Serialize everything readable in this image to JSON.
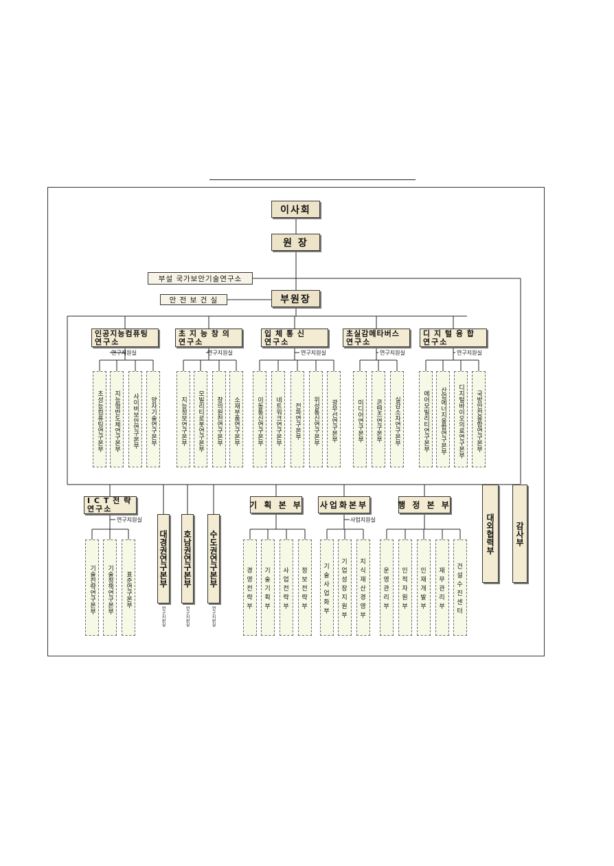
{
  "top": {
    "board": "이사회",
    "president": "원 장",
    "vice_president": "부원장",
    "nsr": "부설 국가보안기술연구소",
    "safety": "안 전 보 건 실"
  },
  "support_label": "연구지원실",
  "biz_support_label": "사업지원실",
  "institutes": [
    {
      "l1": "인공지능컴퓨팅",
      "l2": "연구소",
      "units": [
        "초성능컴퓨팅연구본부",
        "지능형반도체연구본부",
        "사이버보안연구본부",
        "양자기술연구본부"
      ]
    },
    {
      "l1": "초 지 능 창 의",
      "l2": "연구소",
      "units": [
        "지능정보연구본부",
        "모빌리티로봇연구본부",
        "창의원천연구본부",
        "소재부품연구본부"
      ]
    },
    {
      "l1": "입 체 통 신",
      "l2": "연구소",
      "units": [
        "이동통신연구본부",
        "네트워크연구본부",
        "전파연구본부",
        "위성통신연구본부",
        "광무선연구본부"
      ]
    },
    {
      "l1": "초실감메타버스",
      "l2": "연구소",
      "units": [
        "미디어연구본부",
        "콘텐츠연구본부",
        "실감소자연구본부"
      ]
    },
    {
      "l1": "디 지 털 융 합",
      "l2": "연구소",
      "units": [
        "에어모빌리티연구본부",
        "산업에너지융합연구본부",
        "디지털바이오의료연구본부",
        "국방안전융합연구본부"
      ]
    },
    {
      "l1": "I C T 전 략",
      "l2": "연구소",
      "units": [
        "기술전략연구본부",
        "기술정책연구본부",
        "표준연구본부"
      ]
    }
  ],
  "regional": [
    {
      "name": "대경권연구본부",
      "sub": "연구지원실"
    },
    {
      "name": "호남권연구본부",
      "sub": "연구지원실"
    },
    {
      "name": "수도권연구본부",
      "sub": "연구지원실"
    }
  ],
  "divisions": [
    {
      "name": "기 획 본 부",
      "units": [
        "경영전략부",
        "기술기획부",
        "사업전략부",
        "정보전략부"
      ]
    },
    {
      "name": "사업화본부",
      "units": [
        "기술사업화부",
        "기업성장지원부",
        "지식재산경영부"
      ]
    },
    {
      "name": "행 정 본 부",
      "units": [
        "운영관리부",
        "인적자원부",
        "인재개발부",
        "재무관리부",
        "건설수진센터"
      ]
    }
  ],
  "right_units": [
    "대외협력부",
    "감사부"
  ]
}
